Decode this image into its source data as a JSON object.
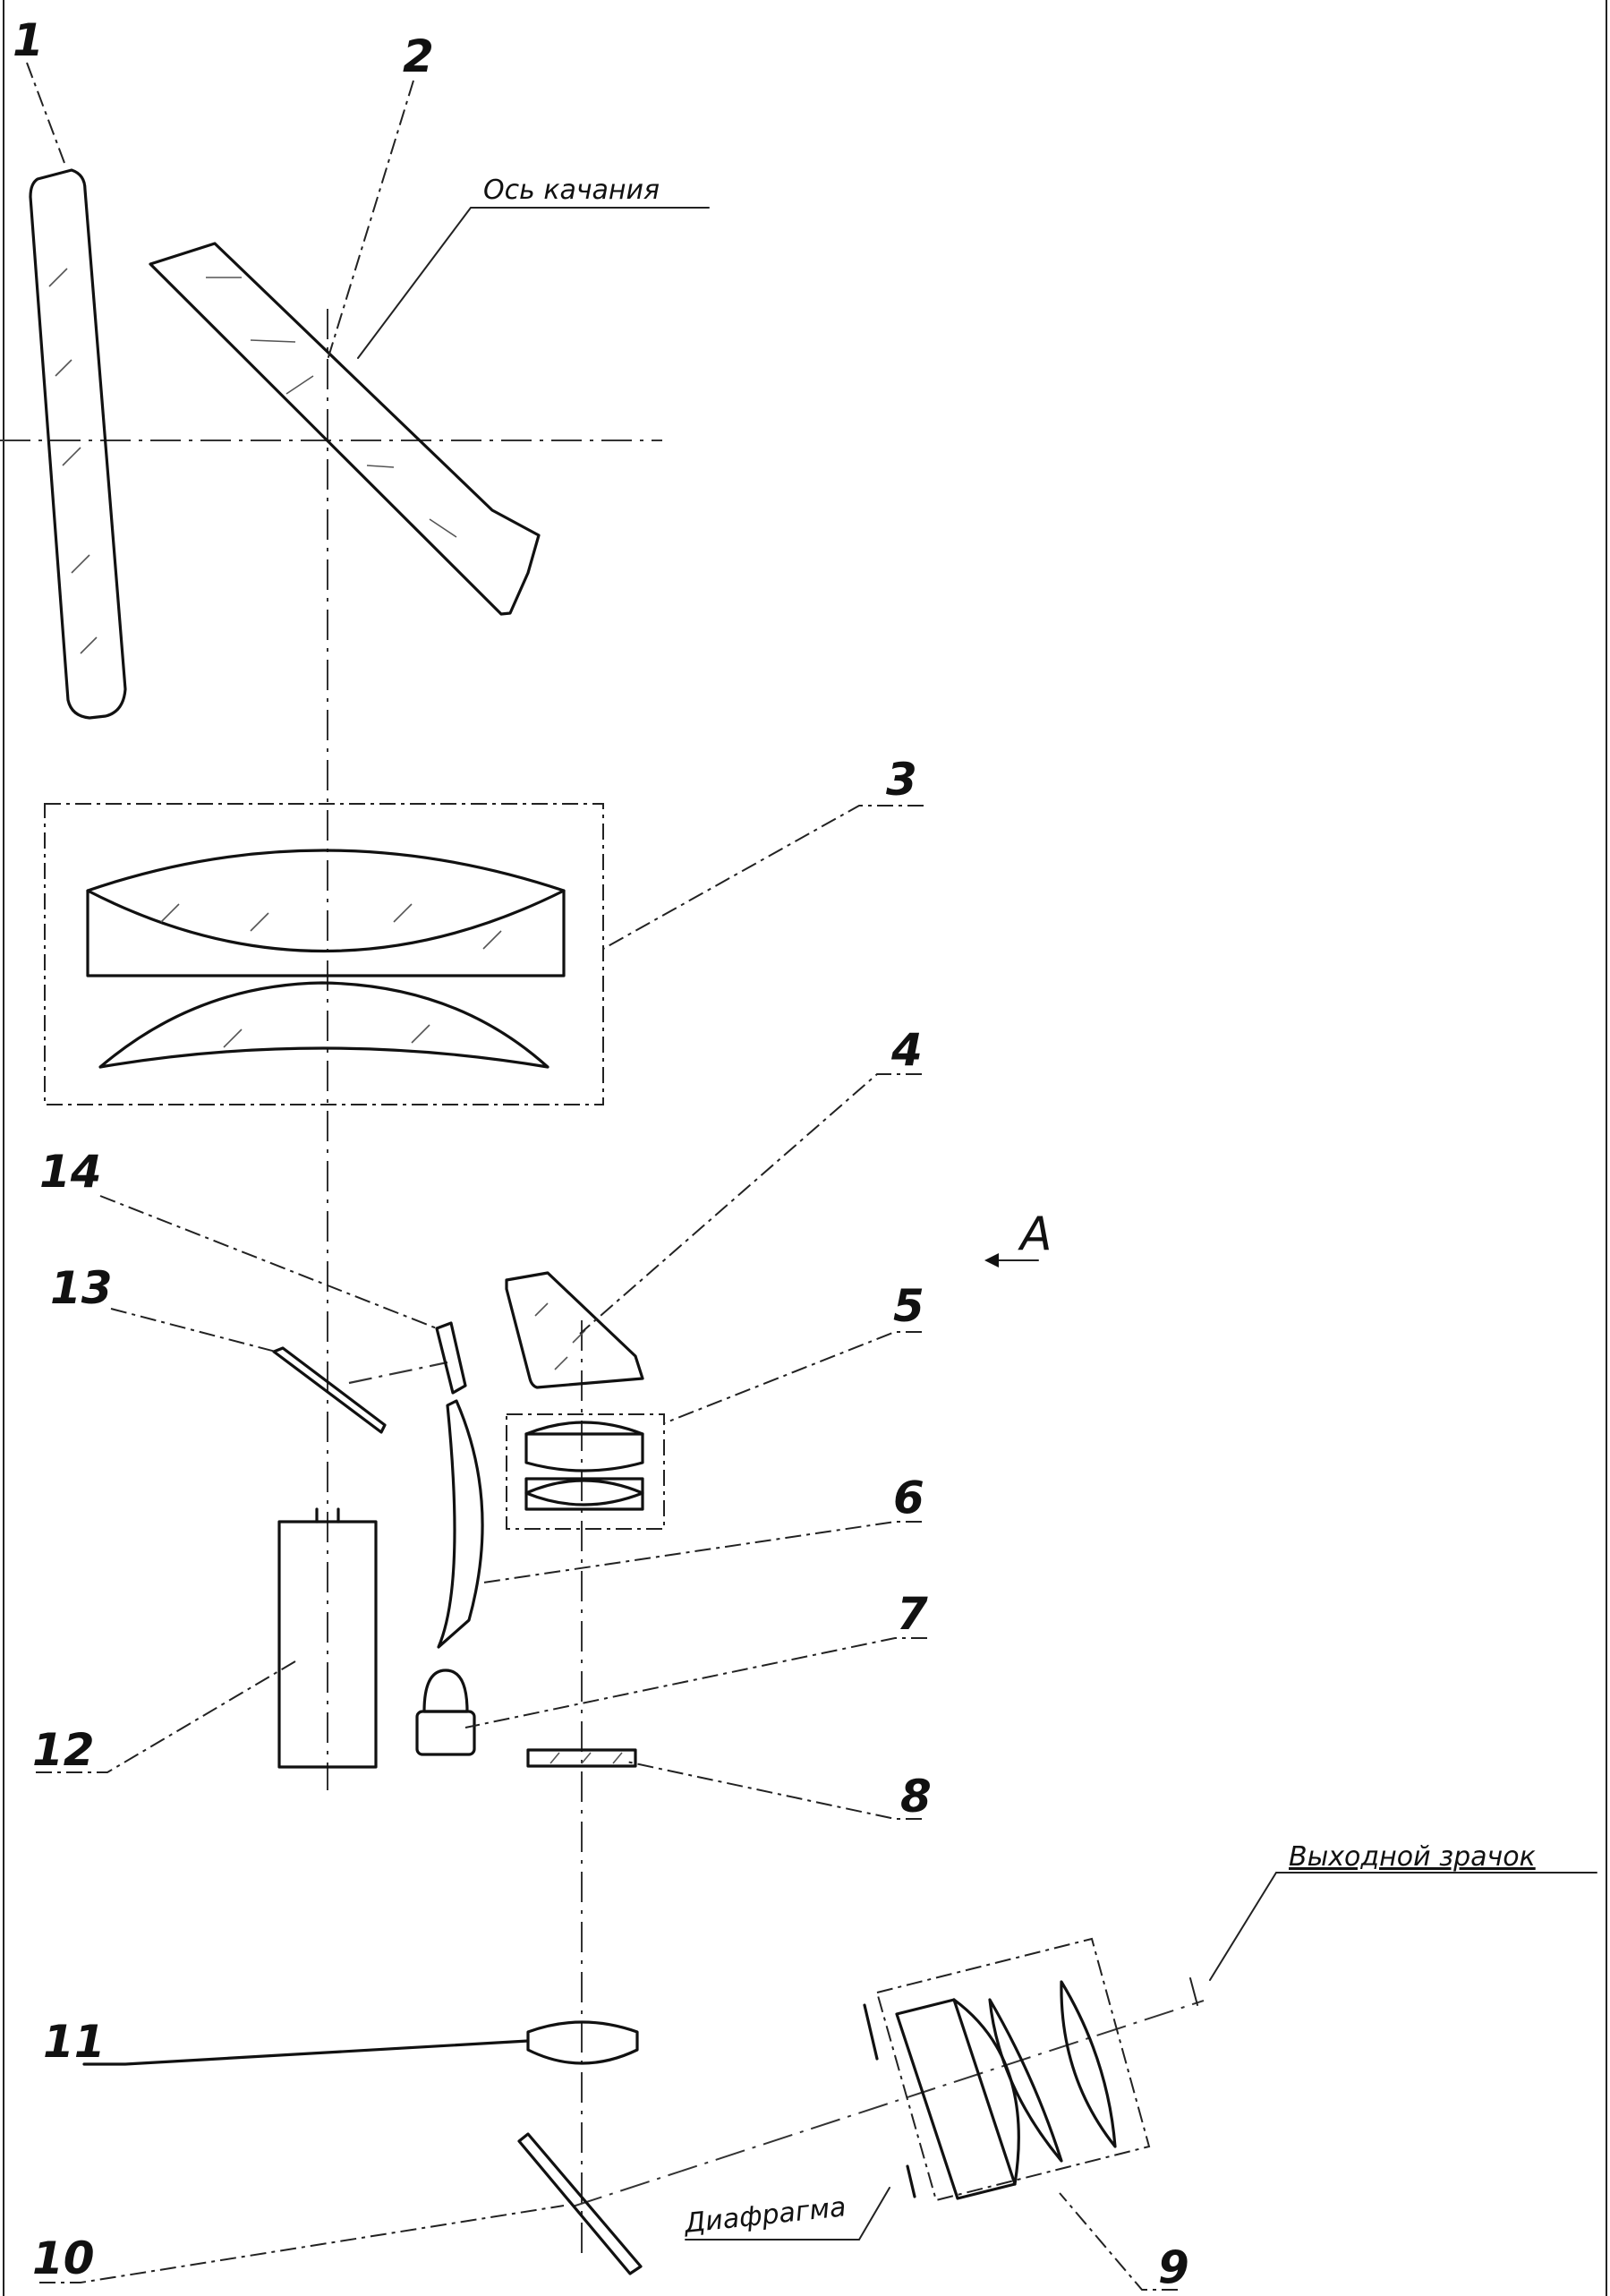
{
  "labels": {
    "n1": "1",
    "n2": "2",
    "n3": "3",
    "n4": "4",
    "n5": "5",
    "n6": "6",
    "n7": "7",
    "n8": "8",
    "n9": "9",
    "n10": "10",
    "n11": "11",
    "n12": "12",
    "n13": "13",
    "n14": "14",
    "view": "A"
  },
  "captions": {
    "swing_axis": "Ось качания",
    "exit_pupil": "Выходной зрачок",
    "diaphragm": "Диафрагма"
  }
}
